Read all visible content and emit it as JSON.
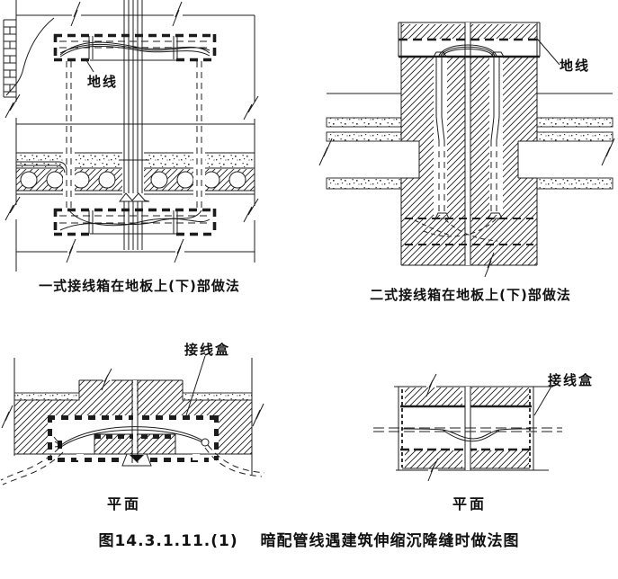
{
  "figure_title": "图14.3.1.11.(1)　 暗配管线遇建筑伸缩沉降缝时做法图",
  "diagrams": {
    "type1_section": {
      "caption": "一式接线箱在地板上(下)部做法",
      "ground_wire_label": "地线"
    },
    "type2_section": {
      "caption": "二式接线箱在地板上(下)部做法",
      "ground_wire_label": "地线"
    },
    "type1_plan": {
      "caption": "平面",
      "junction_box_label": "接线盒"
    },
    "type2_plan": {
      "caption": "平面",
      "junction_box_label": "接线盒"
    }
  },
  "colors": {
    "ink": "#1c1c1c",
    "background": "#ffffff"
  }
}
